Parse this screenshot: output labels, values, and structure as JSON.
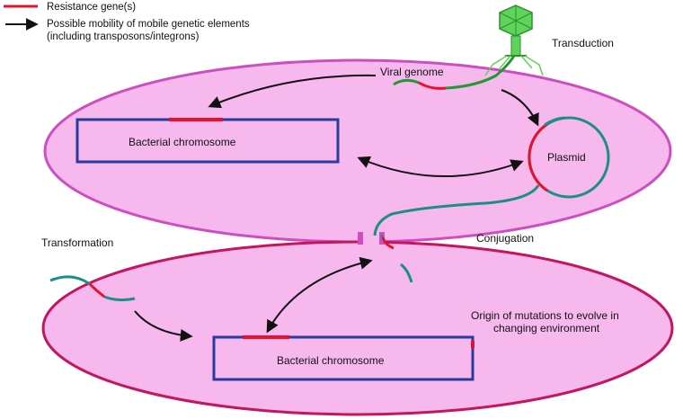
{
  "legend": {
    "resistance": "Resistance gene(s)",
    "mobility_line1": "Possible mobility of mobile genetic elements",
    "mobility_line2": "(including transposons/integrons)"
  },
  "labels": {
    "transduction": "Transduction",
    "viral_genome": "Viral genome",
    "chromosome_top": "Bacterial chromosome",
    "plasmid": "Plasmid",
    "transformation": "Transformation",
    "conjugation": "Conjugation",
    "mutation_line1": "Origin of mutations to evolve in",
    "mutation_line2": "changing environment",
    "chromosome_bottom": "Bacterial chromosome"
  },
  "colors": {
    "cell_fill": "#f7b8ee",
    "top_cell_border": "#cc4fc0",
    "bottom_cell_border": "#c4165e",
    "chromosome_border": "#2a3aa0",
    "resistance": "#e8102a",
    "dna": "#1a8f86",
    "viral_dna": "#1f9a2e",
    "phage": "#5fd45a"
  }
}
